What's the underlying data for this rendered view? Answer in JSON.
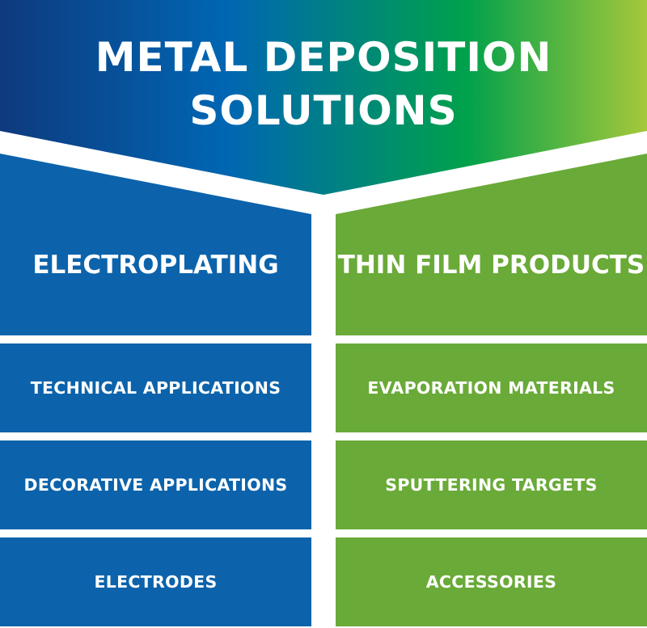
{
  "header": {
    "title_line1": "METAL DEPOSITION",
    "title_line2": "SOLUTIONS"
  },
  "columns": [
    {
      "title": "ELECTROPLATING",
      "color": "#0c63ab",
      "items": [
        "TECHNICAL APPLICATIONS",
        "DECORATIVE APPLICATIONS",
        "ELECTRODES"
      ]
    },
    {
      "title": "THIN FILM PRODUCTS",
      "color": "#6aaa38",
      "items": [
        "EVAPORATION MATERIALS",
        "SPUTTERING TARGETS",
        "ACCESSORIES"
      ]
    }
  ],
  "colors": {
    "gradient_start": "#0e3a7e",
    "gradient_mid1": "#0066b3",
    "gradient_mid2": "#00a14b",
    "gradient_end": "#a6c83a"
  }
}
